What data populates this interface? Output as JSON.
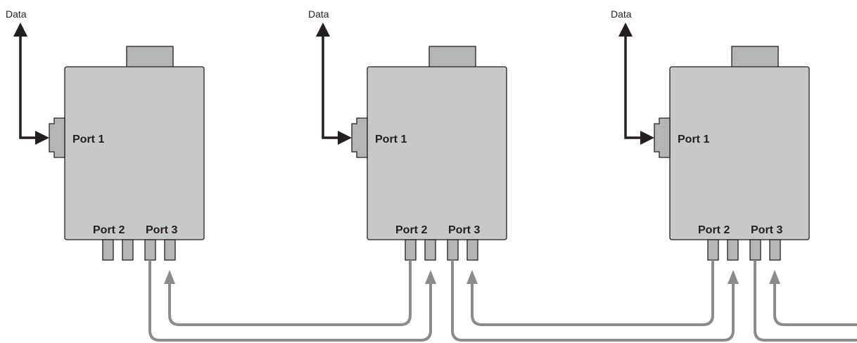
{
  "devices": [
    {
      "data_label": "Data",
      "port1_label": "Port 1",
      "port2_label": "Port 2",
      "port3_label": "Port 3"
    },
    {
      "data_label": "Data",
      "port1_label": "Port 1",
      "port2_label": "Port 2",
      "port3_label": "Port 3"
    },
    {
      "data_label": "Data",
      "port1_label": "Port 1",
      "port2_label": "Port 2",
      "port3_label": "Port 3"
    }
  ],
  "colors": {
    "device_fill": "#c7c8ca",
    "connector_fill": "#b4b5b7",
    "outline": "#231f20",
    "cable": "#8a8b8d",
    "data_arrow": "#231f20"
  }
}
